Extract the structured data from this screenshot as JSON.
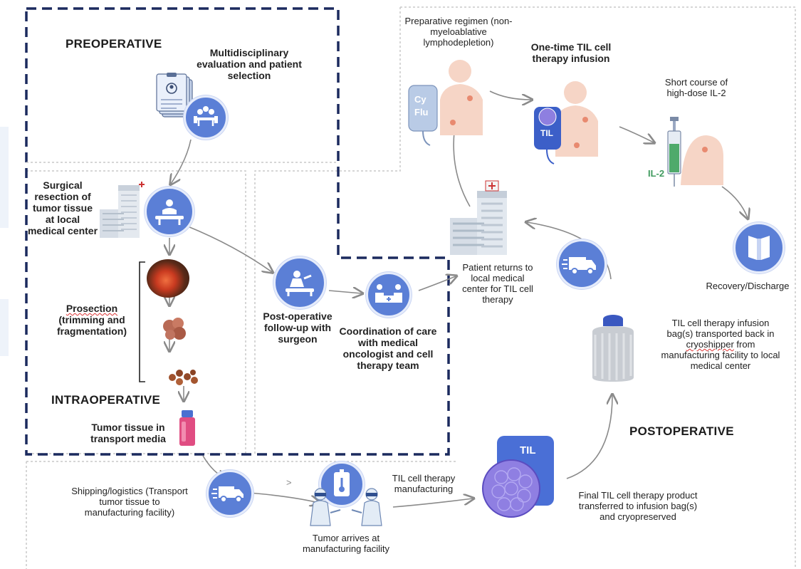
{
  "phases": {
    "preoperative": "PREOPERATIVE",
    "intraoperative": "INTRAOPERATIVE",
    "postoperative": "POSTOPERATIVE"
  },
  "steps": {
    "multidisciplinary": "Multidisciplinary evaluation and patient selection",
    "surgical_resection": "Surgical resection of tumor tissue at local medical center",
    "prosection_1": "Prosection",
    "prosection_2": "(trimming and fragmentation)",
    "tumor_transport": "Tumor tissue in transport media",
    "post_op_followup": "Post-operative follow-up with surgeon",
    "coordination": "Coordination of care with medical oncologist and cell therapy team",
    "patient_returns": "Patient returns to local medical center for TIL cell therapy",
    "preparative": "Preparative regimen (non-myeloablative lymphodepletion)",
    "one_time_infusion": "One-time TIL cell therapy infusion",
    "il2_course": "Short course of high-dose IL-2",
    "recovery": "Recovery/Discharge",
    "transport_back_1": "TIL cell therapy infusion bag(s) transported back in",
    "transport_back_2": "cryoshipper",
    "transport_back_3": "from manufacturing facility to local medical center",
    "final_product": "Final TIL cell therapy product transferred to infusion bag(s) and cryopreserved",
    "manufacturing": "TIL cell therapy manufacturing",
    "tumor_arrives": "Tumor arrives at manufacturing facility",
    "shipping": "Shipping/logistics (Transport tumor tissue to manufacturing facility)"
  },
  "icon_text": {
    "cy": "Cy",
    "flu": "Flu",
    "til_bag_small": "TIL",
    "il2": "IL-2",
    "til_bag_large": "TIL",
    "arrow_mark": ">"
  },
  "colors": {
    "circle_blue": "#5b7fd6",
    "dashed_navy": "#1b2a5e",
    "dotted_gray": "#c8c8c8",
    "arrow_gray": "#8a8a8a",
    "il2_green": "#3f9a5e"
  }
}
